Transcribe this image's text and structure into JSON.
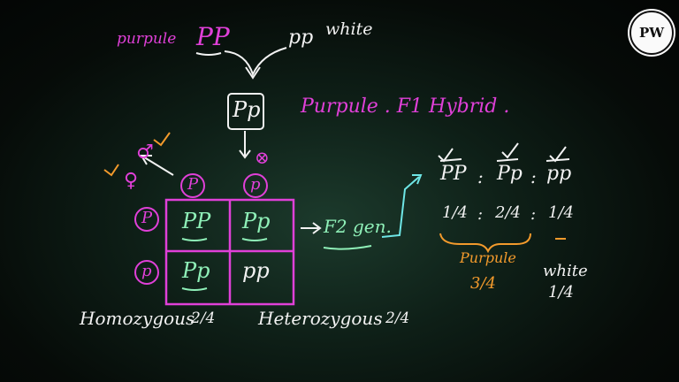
{
  "logo": {
    "text": "PW"
  },
  "top": {
    "purple_label": "purpule",
    "parent1": "PP",
    "parent2": "pp",
    "white_label": "white"
  },
  "f1": {
    "genotype": "Pp",
    "description": "Purpule . F1 Hybrid ."
  },
  "cross": {
    "female_symbol": "♀",
    "male_symbol": "♂",
    "cross_symbol": "⊗",
    "gamete_col1": "P",
    "gamete_col2": "p",
    "gamete_row1": "P",
    "gamete_row2": "p",
    "cells": [
      [
        "PP",
        "Pp"
      ],
      [
        "Pp",
        "pp"
      ]
    ]
  },
  "f2": {
    "label": "F2 gen.",
    "ratio_genotypes": [
      "PP",
      "Pp",
      "pp"
    ],
    "ratio_fractions": [
      "1/4",
      "2/4",
      "1/4"
    ],
    "purple_label": "Purpule",
    "purple_fraction": "3/4",
    "white_label": "white",
    "white_fraction": "1/4"
  },
  "bottom": {
    "homozygous": "Homozygous",
    "homozygous_fraction": "2/4",
    "heterozygous": "Heterozygous",
    "heterozygous_fraction": "2/4"
  },
  "colors": {
    "background": "#0a140f",
    "pink": "#e040d8",
    "white": "#f2f2f2",
    "green": "#8ff0b8",
    "orange": "#f39a2c",
    "cyan": "#6ee6e6"
  }
}
